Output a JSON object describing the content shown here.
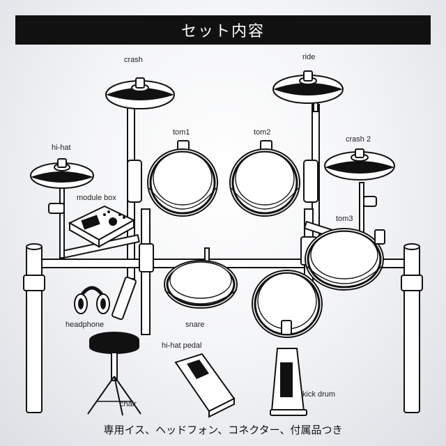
{
  "header": {
    "title": "セット内容"
  },
  "labels": {
    "crash": "crash",
    "ride": "ride",
    "tom1": "tom1",
    "tom2": "tom2",
    "hihat": "hi-hat",
    "crash2": "crash 2",
    "module_box": "module box",
    "tom3": "tom3",
    "headphone": "headphone",
    "snare": "snare",
    "hihat_pedal": "hi-hat pedal",
    "chair": "chair",
    "kick_drum": "kick drum"
  },
  "footer": {
    "note": "専用イス、ヘッドフォン、コネクター、付属品つき"
  }
}
